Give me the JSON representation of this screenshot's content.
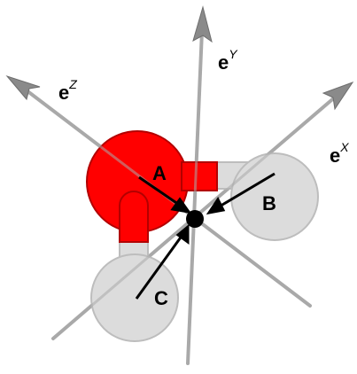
{
  "axes": {
    "x": {
      "base": "e",
      "sup": "X"
    },
    "y": {
      "base": "e",
      "sup": "Y"
    },
    "z": {
      "base": "e",
      "sup": "Z"
    }
  },
  "atoms": {
    "a": {
      "label": "A"
    },
    "b": {
      "label": "B"
    },
    "c": {
      "label": "C"
    }
  },
  "colors": {
    "axis": "#9b9b9b",
    "arrowhead": "#8a8a8a",
    "atom_red": "#ff0000",
    "atom_red_stroke": "#b30000",
    "atom_gray": "#dcdcdc",
    "atom_gray_stroke": "#bdbdbd",
    "center": "#000000",
    "vector": "#000000"
  }
}
